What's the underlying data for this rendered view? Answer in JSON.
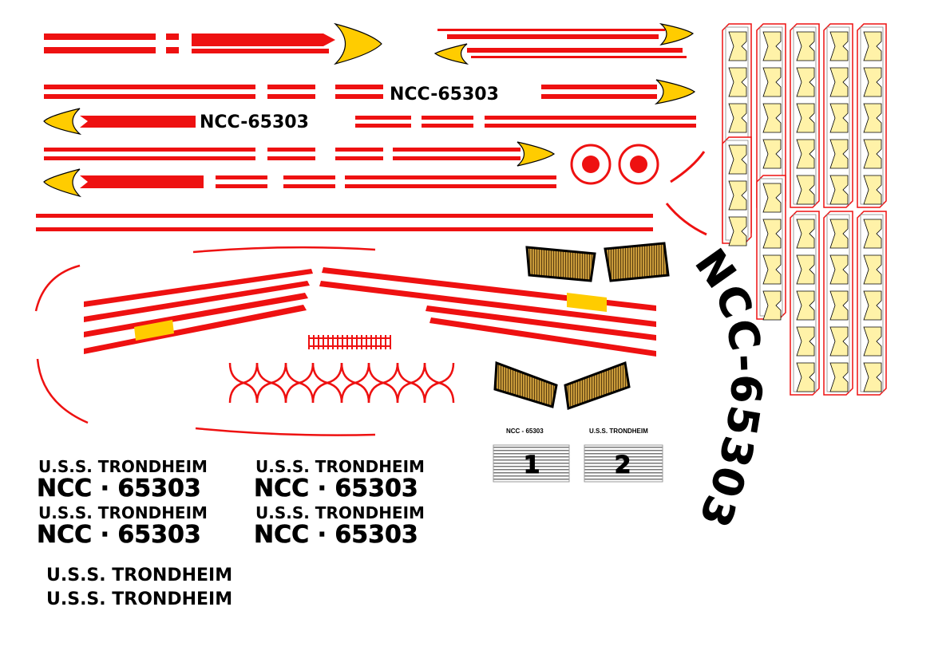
{
  "sheet": {
    "registry": "NCC-65303",
    "registry_spaced": "NCC · 65303",
    "ship_name": "U.S.S. TRONDHEIM",
    "small_label_left": "NCC - 65303",
    "small_label_right": "U.S.S. TRONDHEIM",
    "marker_1": "1",
    "marker_2": "2",
    "arc_registry": "NCC-65303"
  },
  "colors": {
    "red": "#ee1111",
    "yellow": "#ffcc00",
    "pale_yellow": "#fff2a8",
    "gold": "#b8923a",
    "black": "#000000",
    "grey": "#bbbbbb"
  }
}
